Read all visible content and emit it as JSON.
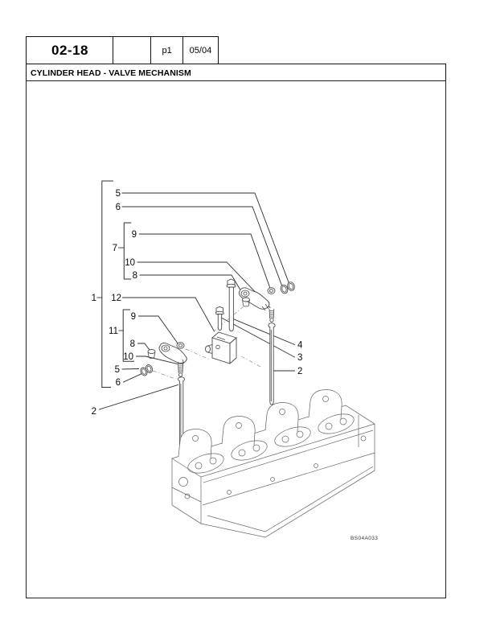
{
  "header": {
    "code": "02-18",
    "col2": "",
    "page": "p1",
    "date": "05/04"
  },
  "title": "CYLINDER HEAD - VALVE MECHANISM",
  "figure_code": "BS04A033",
  "diagram": {
    "callouts": [
      {
        "label": "5"
      },
      {
        "label": "6"
      },
      {
        "label": "9"
      },
      {
        "label": "7"
      },
      {
        "label": "10"
      },
      {
        "label": "8"
      },
      {
        "label": "1"
      },
      {
        "label": "12"
      },
      {
        "label": "9"
      },
      {
        "label": "11"
      },
      {
        "label": "8"
      },
      {
        "label": "10"
      },
      {
        "label": "5"
      },
      {
        "label": "6"
      },
      {
        "label": "2"
      },
      {
        "label": "4"
      },
      {
        "label": "3"
      },
      {
        "label": "2"
      }
    ]
  }
}
